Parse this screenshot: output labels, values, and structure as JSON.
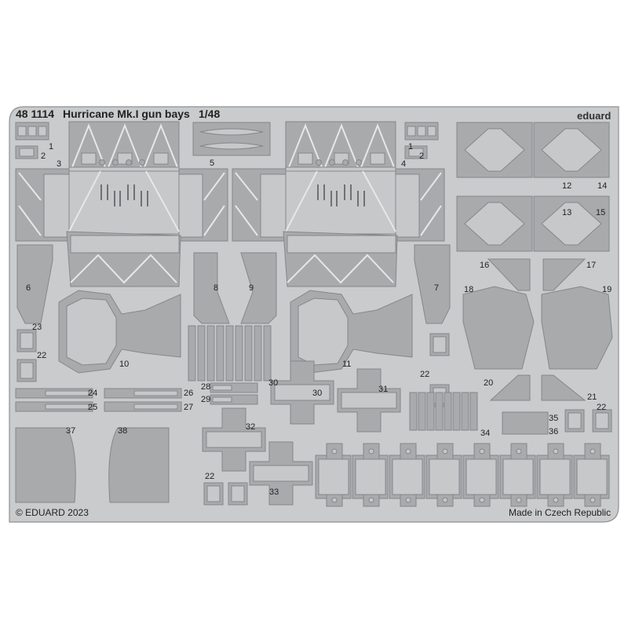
{
  "header": {
    "code": "48 1114",
    "title": "Hurricane Mk.I gun bays",
    "scale": "1/48"
  },
  "logo": "eduard",
  "footer": {
    "copyright": "© EDUARD 2023",
    "origin": "Made in Czech Republic"
  },
  "colors": {
    "fret": "#c9cbcc",
    "part": "#a8aaac",
    "outline": "#85878a"
  },
  "part_numbers": [
    "1",
    "2",
    "3",
    "4",
    "5",
    "1",
    "2",
    "6",
    "7",
    "8",
    "9",
    "10",
    "11",
    "12",
    "13",
    "14",
    "15",
    "16",
    "17",
    "18",
    "19",
    "20",
    "21",
    "22",
    "22",
    "22",
    "22",
    "23",
    "24",
    "25",
    "26",
    "27",
    "28",
    "29",
    "30",
    "30",
    "31",
    "32",
    "33",
    "34",
    "35",
    "36",
    "37",
    "38"
  ]
}
